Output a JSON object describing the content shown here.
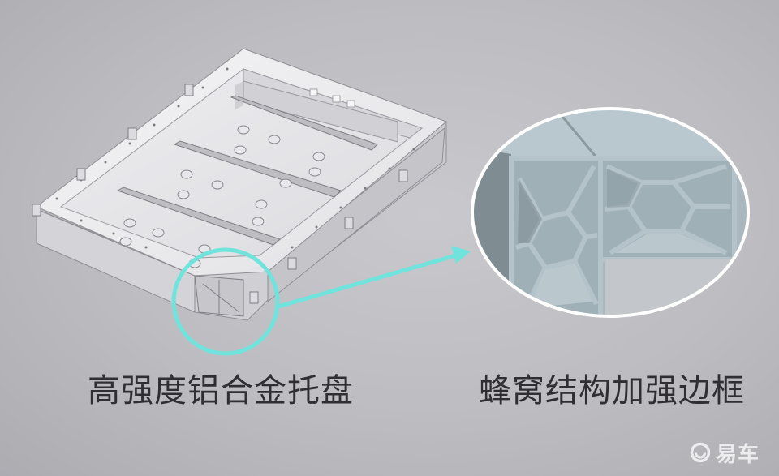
{
  "slide": {
    "background_color": "#bfbfc3",
    "accent_color": "#6fe3dc",
    "captions": {
      "left": "高强度铝合金托盘",
      "right": "蜂窝结构加强边框"
    },
    "images": {
      "tray": "battery-tray-3d-render",
      "detail": "honeycomb-frame-cross-section"
    },
    "callout": {
      "circle_color": "#6fe3dc",
      "arrow_color": "#6fe3dc",
      "detail_border_color": "#ffffff"
    }
  },
  "watermark": {
    "icon": "yiche-logo-icon",
    "text": "易车"
  }
}
